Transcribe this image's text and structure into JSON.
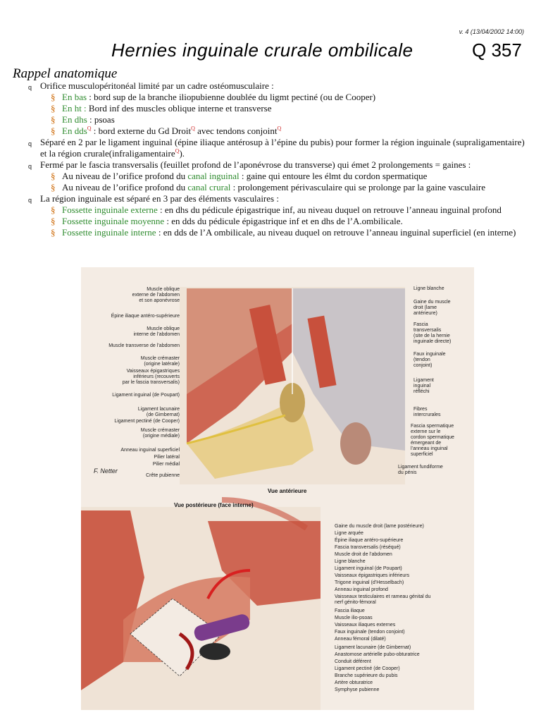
{
  "header": {
    "version": "v. 4 (13/04/2002 14:00)",
    "title": "Hernies inguinale crurale ombilicale",
    "question": "Q 357"
  },
  "section_title": "Rappel anatomique",
  "items": [
    {
      "text": "Orifice musculopéritonéal limité par un cadre ostéomusculaire :",
      "sub": [
        {
          "label": "En bas",
          "text": " : bord sup de la branche iliopubienne doublée du ligmt pectiné (ou de Cooper)"
        },
        {
          "label": "En ht :",
          "text": " Bord inf des muscles oblique interne et transverse"
        },
        {
          "label": "En dhs",
          "text": " : psoas"
        },
        {
          "label": "En dds",
          "sup1": "Q",
          "text": " : bord externe du Gd Droit",
          "sup2": "Q",
          "text2": " avec tendons conjoint",
          "sup3": "Q"
        }
      ]
    },
    {
      "text": "Séparé en 2 par le ligament inguinal (épine iliaque antérosup à l’épine du pubis) pour former la région inguinale (supraligamentaire) et la région crurale(infraligamentaire",
      "sup": "Q",
      "text_end": ")."
    },
    {
      "text": "Fermé par le fascia transversalis (feuillet profond de l’aponévrose du transverse) qui émet 2 prolongements = gaines :",
      "sub": [
        {
          "pre": "Au niveau de l’orifice profond du ",
          "label": "canal inguinal",
          "text": " : gaine qui entoure les élmt du cordon spermatique"
        },
        {
          "pre": "Au niveau de l’orifice profond du ",
          "label": "canal crural",
          "text": " : prolongement périvasculaire qui se prolonge par la gaine vasculaire"
        }
      ]
    },
    {
      "text": "La région inguinale est séparé en 3 par des éléments vasculaires :",
      "sub": [
        {
          "label": "Fossette inguinale externe",
          "text": " : en dhs du pédicule épigastrique inf, au niveau duquel on retrouve l’anneau inguinal profond"
        },
        {
          "label": "Fossette inguinale moyenne",
          "text": " : en dds du pédicule épigastrique inf et en dhs de l’A.ombilicale."
        },
        {
          "label": "Fossette inguinale interne",
          "text": " : en dds de l’A ombilicale, au niveau duquel on retrouve l’anneau inguinal superficiel (en interne)"
        }
      ]
    }
  ],
  "figure": {
    "top_caption": "Vue antérieure",
    "bottom_caption": "Vue postérieure (face interne)",
    "signature": "F. Netter",
    "top_left_labels": [
      "Muscle oblique\nexterne de l’abdomen\net son aponévrose",
      "Épine iliaque antéro-supérieure",
      "Muscle oblique\ninterne de l’abdomen",
      "Muscle transverse de l’abdomen",
      "Muscle crémaster\n(origine latérale)",
      "Vaisseaux épigastriques\ninférieurs (recouverts\npar le fascia transversalis)",
      "Ligament inguinal (de Poupart)",
      "Ligament lacunaire\n(de Gimbernat)",
      "Ligament pectiné (de Cooper)",
      "Muscle crémaster\n(origine médiale)",
      "Anneau inguinal superficiel",
      "Pilier latéral",
      "Pilier médial",
      "Crête pubienne"
    ],
    "top_right_labels": [
      "Ligne blanche",
      "Gaine du muscle\ndroit (lame\nantérieure)",
      "Fascia\ntransversalis\n(site de la hernie\ninguinale directe)",
      "Faux inguinale\n(tendon\nconjoint)",
      "Ligament\ninguinal\nréfléchi",
      "Fibres\nintercrurales",
      "Fascia spermatique\nexterne sur le\ncordon spermatique\némergeant de\nl’anneau inguinal\nsuperficiel",
      "Ligament fundiforme\ndu pénis"
    ],
    "bottom_right_labels": [
      "Gaine du muscle droit (lame postérieure)",
      "Ligne arquée",
      "Épine iliaque antéro-supérieure",
      "Fascia transversalis (réséqué)",
      "Muscle droit de l’abdomen",
      "Ligne blanche",
      "Ligament inguinal (de Poupart)",
      "Vaisseaux épigastriques inférieurs",
      "Trigone inguinal (d’Hesselbach)",
      "Anneau inguinal profond",
      "Vaisseaux testiculaires et rameau génital du\nnerf génito-fémoral",
      "Fascia iliaque",
      "Muscle ilio-psoas",
      "Vaisseaux iliaques externes",
      "Faux inguinale (tendon conjoint)",
      "Anneau fémoral (dilaté)",
      "Ligament lacunaire (de Gimbernat)",
      "Anastomose artérielle pubo-obturatrice",
      "Conduit déférent",
      "Ligament pectiné (de Cooper)",
      "Branche supérieure du pubis",
      "Artère obturatrice",
      "Symphyse pubienne"
    ]
  },
  "colors": {
    "accent_green": "#2e8b2e",
    "bullet_orange": "#cc6600",
    "superscript_red": "#d03030",
    "muscle_red": "#c8503c"
  }
}
